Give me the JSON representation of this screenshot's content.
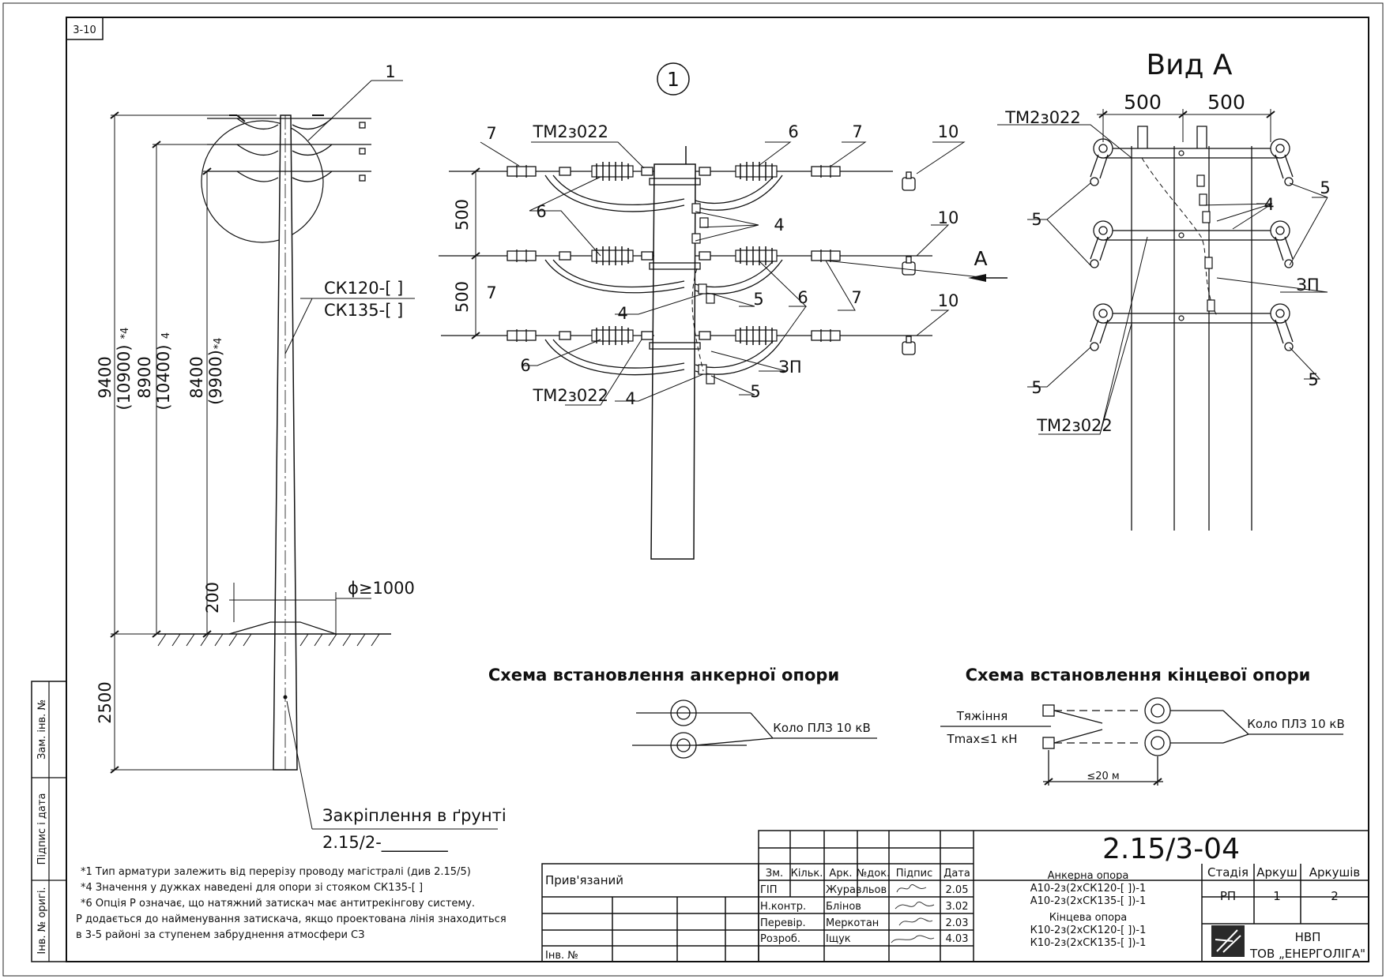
{
  "sheet_code": "3-10",
  "elevation": {
    "callout": "1",
    "pole_label_1": "СК120-[   ]",
    "pole_label_2": "СК135-[   ]",
    "dims": {
      "h1": "9400",
      "h1_alt": "(10900)",
      "h1_note": "*4",
      "h2": "8900",
      "h2_alt": "(10400)",
      "h2_note": "4",
      "h3": "8400",
      "h3_alt": "(9900)",
      "h3_note": "*4",
      "base": "200",
      "buried": "2500",
      "diameter": "ϕ≥1000"
    },
    "ground_fixing": "Закріплення в ґрунті",
    "ground_ref": "2.15/2-________"
  },
  "detail": {
    "title": "1",
    "tm_top": "ТМ2з022",
    "tm_bottom": "ТМ2з022",
    "dim_500_a": "500",
    "dim_500_b": "500",
    "items": {
      "n4": "4",
      "n5": "5",
      "n6": "6",
      "n7": "7",
      "n10": "10",
      "zp": "ЗП"
    },
    "arrow_label": "А"
  },
  "view_a": {
    "title": "Вид А",
    "dim_left": "500",
    "dim_right": "500",
    "tm_top": "ТМ2з022",
    "tm_bottom": "ТМ2з022",
    "n4": "4",
    "n5": "5",
    "zp": "ЗП"
  },
  "schemes": {
    "anchor_title": "Схема встановлення анкерної опори",
    "anchor_circuit": "Коло ПЛЗ 10 кВ",
    "end_title": "Схема встановлення кінцевої опори",
    "end_circuit": "Коло ПЛЗ 10 кВ",
    "tension": "Тяжіння",
    "tmax": "Tmax≤1 кН",
    "distance": "≤20 м"
  },
  "notes": [
    "*1 Тип арматури залежить від перерізу проводу магістралі (див 2.15/5)",
    "*4 Значення у дужках наведені для опори зі стояком СК135-[  ]",
    "*6 Опція Р означає, що натяжний затискач має антитрекінгову систему.",
    "Р додається до найменування затискача, якщо проектована лінія знаходиться",
    "в 3-5 районі за ступенем забруднення атмосфери СЗ"
  ],
  "side_stamp": {
    "repl": "Зам. інв. №",
    "sign_date": "Підпис і дата",
    "orig": "Інв. № оригі."
  },
  "title_block": {
    "attached": "Прив'язаний",
    "inv": "Інв. №",
    "headers": [
      "Зм.",
      "Кільк.",
      "Арк.",
      "№док.",
      "Підпис",
      "Дата"
    ],
    "roles": [
      {
        "role": "ГІП",
        "name": "Журавльов",
        "date": "2.05"
      },
      {
        "role": "Н.контр.",
        "name": "Блінов",
        "date": "3.02"
      },
      {
        "role": "Перевір.",
        "name": "Меркотан",
        "date": "2.03"
      },
      {
        "role": "Розроб.",
        "name": "Іщук",
        "date": "4.03"
      }
    ],
    "doc_number": "2.15/3-04",
    "desc": [
      "Анкерна опора",
      "А10-2з(2хСК120-[  ])-1",
      "А10-2з(2хСК135-[  ])-1",
      "Кінцева опора",
      "К10-2з(2хСК120-[  ])-1",
      "К10-2з(2хСК135-[  ])-1"
    ],
    "stage_h": "Стадія",
    "sheet_h": "Аркуш",
    "sheets_h": "Аркушів",
    "stage": "РП",
    "sheet": "1",
    "sheets": "2",
    "org_1": "НВП",
    "org_2": "ТОВ „ЕНЕРГОЛІГА\""
  }
}
